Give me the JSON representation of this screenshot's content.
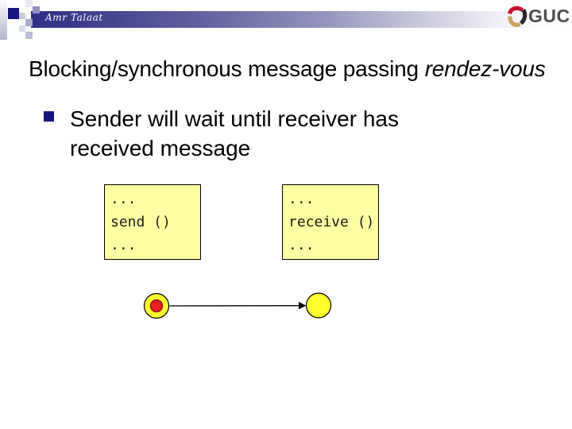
{
  "header": {
    "signature": "Amr Talaat",
    "logo_text": "GUC"
  },
  "title": {
    "text": "Blocking/synchronous message passing",
    "emphasis": "rendez-vous"
  },
  "bullets": [
    {
      "label": "Sender will wait until receiver has received message"
    }
  ],
  "code_boxes": {
    "sender": {
      "lines": [
        "...",
        "send ()",
        "..."
      ]
    },
    "receiver": {
      "lines": [
        "...",
        "receive ()",
        "..."
      ]
    }
  },
  "colors": {
    "bullet_navy": "#16167E",
    "box_fill": "#FFFFA3",
    "node_fill": "#FFFF2E",
    "token_fill": "#E62020",
    "token_border": "#8B1515",
    "logo_red": "#C8102E",
    "logo_dark": "#2B2B2B",
    "logo_gold": "#C9A45C",
    "logo_text_grey": "#4D4D4D"
  }
}
